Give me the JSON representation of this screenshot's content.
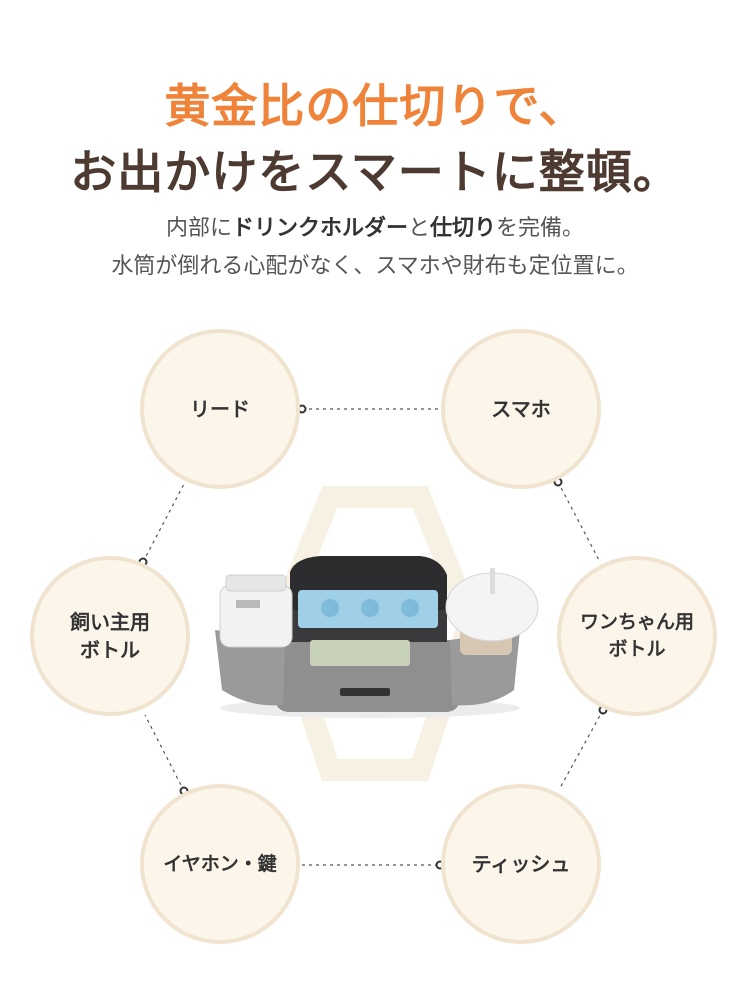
{
  "headline": {
    "line1": "黄金比の仕切りで、",
    "line2": "お出かけをスマートに整頓。"
  },
  "subtext": {
    "line1_parts": [
      "内部に",
      "ドリンクホルダー",
      "と",
      "仕切り",
      "を完備。"
    ],
    "line2": "水筒が倒れる心配がなく、スマホや財布も定位置に。"
  },
  "compartments": {
    "lead": "リード",
    "phone": "スマホ",
    "owner_bottle": "飼い主用\nボトル",
    "dog_bottle": "ワンちゃん用\nボトル",
    "earphones_keys": "イヤホン・鍵",
    "tissue": "ティッシュ"
  },
  "colors": {
    "accent": "#f0833a",
    "headline_dark": "#4d3a30",
    "bubble_fill": "#fbf5ea",
    "bubble_border": "#f0e4d0",
    "bag_gray": "#8c8c8c"
  }
}
